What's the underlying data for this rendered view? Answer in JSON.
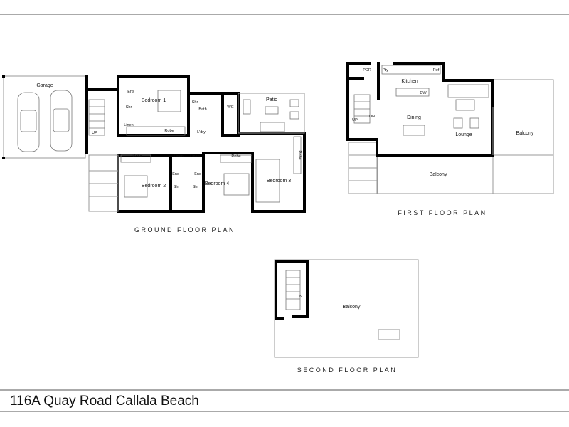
{
  "address": "116A Quay Road Callala Beach",
  "plans": {
    "ground": {
      "title": "GROUND FLOOR PLAN",
      "rooms": {
        "garage": "Garage",
        "ens1": "Ens",
        "shr1": "Shr",
        "linen1": "Linen",
        "bedroom1": "Bedroom 1",
        "robe1": "Robe",
        "shr_bath": "Shr",
        "bath": "Bath",
        "ldry": "L'dry",
        "wc": "WC",
        "patio": "Patio",
        "up": "UP",
        "robe2": "Robe",
        "linen2": "Linen",
        "linen3": "Linen",
        "robe4": "Robe",
        "robe3": "Robe",
        "ens2": "Ens",
        "ens4": "Ens",
        "shr2": "Shr",
        "shr4": "Shr",
        "bedroom2": "Bedroom 2",
        "bedroom4": "Bedroom 4",
        "bedroom3": "Bedroom 3"
      }
    },
    "first": {
      "title": "FIRST FLOOR PLAN",
      "rooms": {
        "pdr": "PDR",
        "pty": "Pty",
        "ref": "Ref",
        "kitchen": "Kitchen",
        "dw": "DW",
        "up": "UP",
        "dn": "DN",
        "dining": "Dining",
        "lounge": "Lounge",
        "balcony_right": "Balcony",
        "balcony_bottom": "Balcony"
      }
    },
    "second": {
      "title": "SECOND FLOOR PLAN",
      "rooms": {
        "dn": "DN",
        "balcony": "Balcony"
      }
    }
  }
}
